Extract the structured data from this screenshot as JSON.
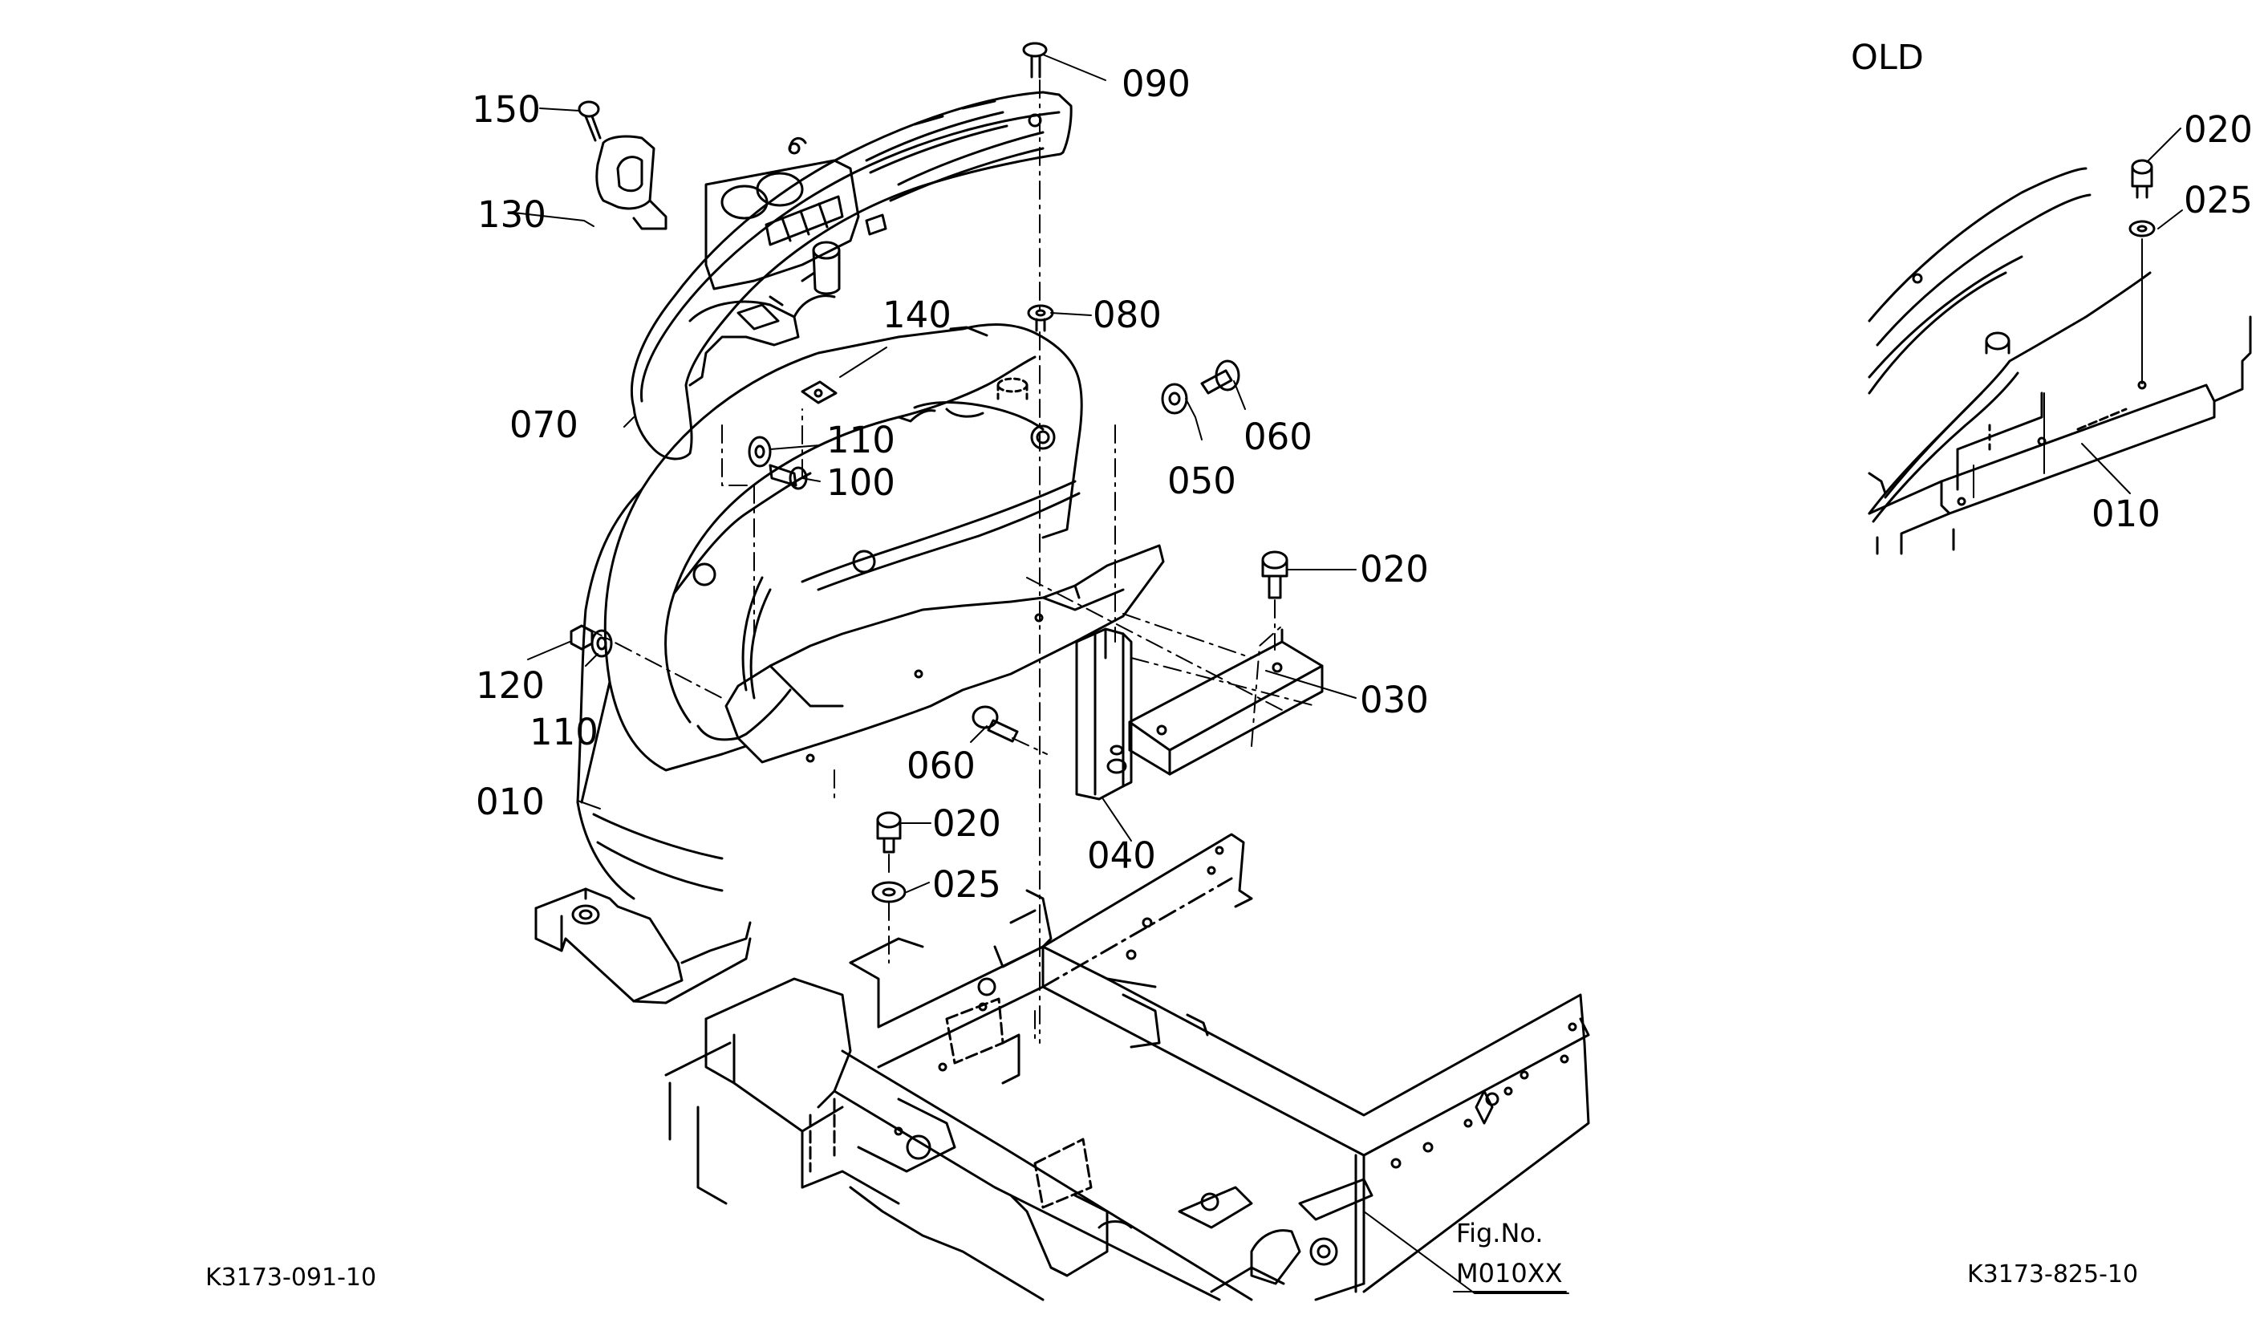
{
  "diagram": {
    "old_label": "OLD",
    "fig_no_label": "Fig.No.",
    "fig_no_value": "M010XX",
    "drawing_codes": {
      "main": "K3173-091-10",
      "inset": "K3173-825-10"
    },
    "main_callouts": {
      "c150": "150",
      "c130": "130",
      "c070": "070",
      "c140": "140",
      "c090": "090",
      "c080": "080",
      "c110a": "110",
      "c100": "100",
      "c060a": "060",
      "c050": "050",
      "c020a": "020",
      "c120": "120",
      "c110b": "110",
      "c030": "030",
      "c060b": "060",
      "c010": "010",
      "c020b": "020",
      "c025": "025",
      "c040": "040"
    },
    "inset_callouts": {
      "c020": "020",
      "c025": "025",
      "c010": "010"
    }
  }
}
